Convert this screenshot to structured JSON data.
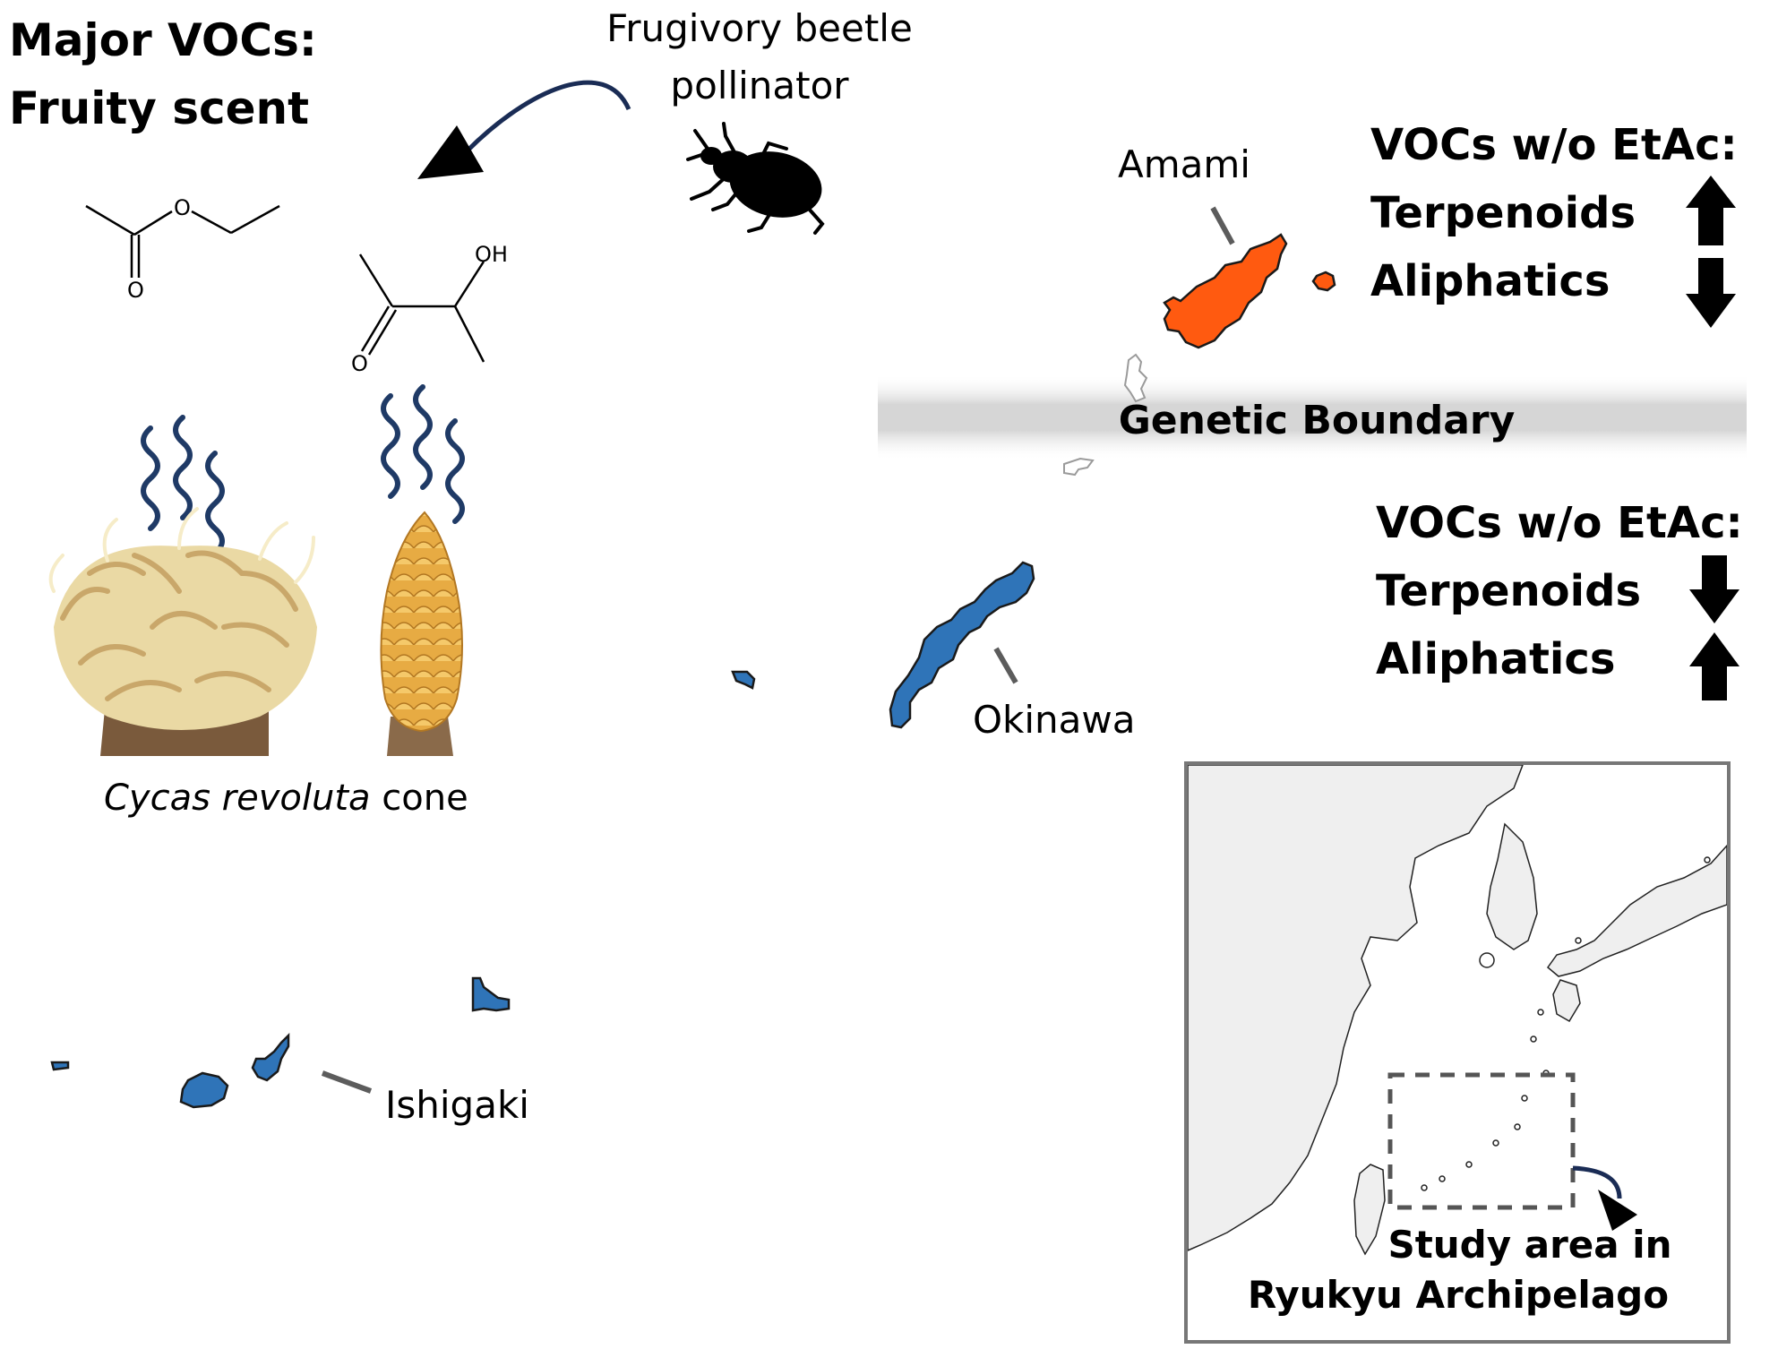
{
  "header": {
    "line1": "Major VOCs:",
    "line2": "Fruity scent"
  },
  "pollinator": {
    "line1": "Frugivory beetle",
    "line2": "pollinator"
  },
  "molecules": {
    "ester_oxygen": "O",
    "carbonyl_oxygen": "O",
    "hydroxyl": "OH",
    "ketone_oxygen": "O"
  },
  "cone": {
    "species": "Cycas revoluta",
    "suffix": " cone"
  },
  "islands": {
    "amami": "Amami",
    "okinawa": "Okinawa",
    "ishigaki": "Ishigaki"
  },
  "boundary": {
    "label": "Genetic Boundary"
  },
  "north_panel": {
    "title": "VOCs w/o EtAc:",
    "terpenoids": "Terpenoids",
    "aliphatics": "Aliphatics",
    "terpenoids_trend": "up",
    "aliphatics_trend": "down"
  },
  "south_panel": {
    "title": "VOCs w/o EtAc:",
    "terpenoids": "Terpenoids",
    "aliphatics": "Aliphatics",
    "terpenoids_trend": "down",
    "aliphatics_trend": "up"
  },
  "inset": {
    "line1": "Study area in",
    "line2": "Ryukyu Archipelago"
  },
  "colors": {
    "amami_fill": "#ff5a10",
    "okinawa_fill": "#2f74b8",
    "scent_wave": "#1f3a66",
    "curve_arrow": "#1a2c55",
    "boundary_band": "#d9d9d9",
    "inset_land": "#efefef"
  }
}
